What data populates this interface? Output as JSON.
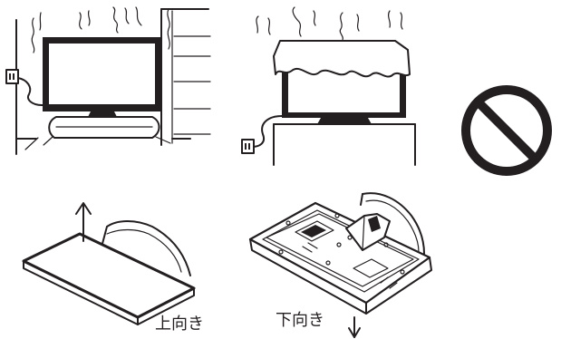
{
  "labels": {
    "face_up": "上向き",
    "face_down": "下向き"
  },
  "prohibition_sign": {
    "meaning": "prohibited",
    "color": "#231f20"
  }
}
